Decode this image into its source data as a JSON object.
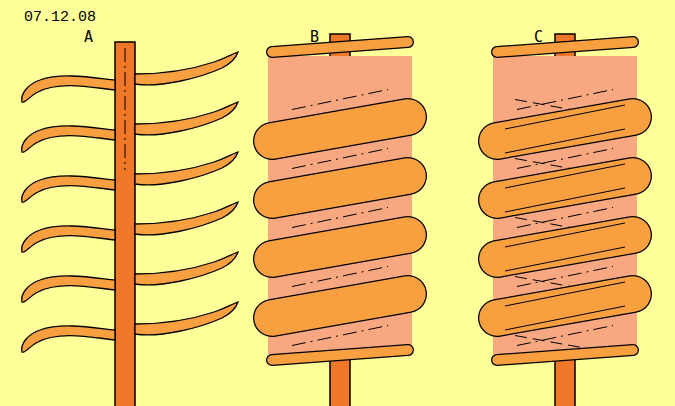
{
  "diagram": {
    "labels": [
      "07.12.08",
      "A",
      "B",
      "C"
    ]
  }
}
